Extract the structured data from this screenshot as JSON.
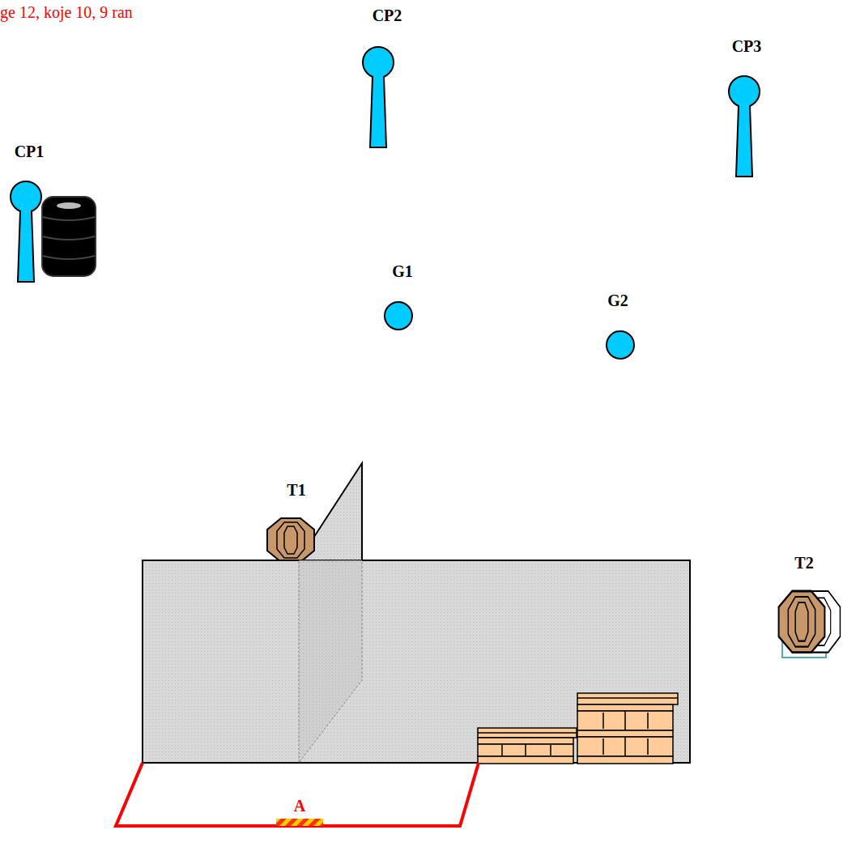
{
  "diagram": {
    "labels": [
      "ge 12, koje 10, 9 ran",
      "CP2",
      "CP3",
      "CP1",
      "G1",
      "G2",
      "T1",
      "T2",
      "A"
    ]
  }
}
